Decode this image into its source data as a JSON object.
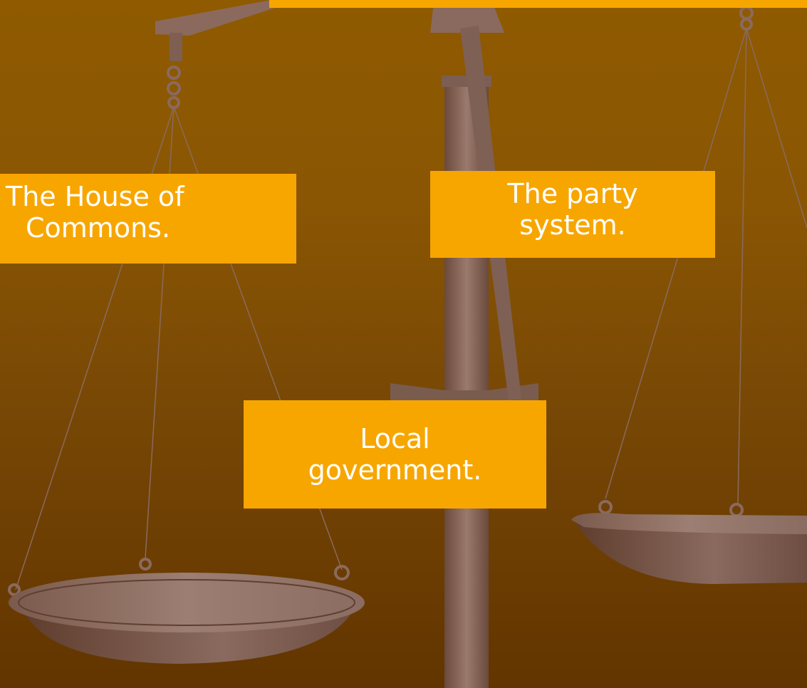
{
  "labels": {
    "commons": {
      "line1": "The House of",
      "line2": "Commons."
    },
    "party": {
      "line1": "The party",
      "line2": "system."
    },
    "local": {
      "line1": "Local",
      "line2": "government."
    }
  },
  "colors": {
    "background_top": "#8f5a00",
    "background_bottom": "#623500",
    "label_fill": "#f7a600",
    "label_text": "#ffffff",
    "metal": "#8a6a5e"
  }
}
